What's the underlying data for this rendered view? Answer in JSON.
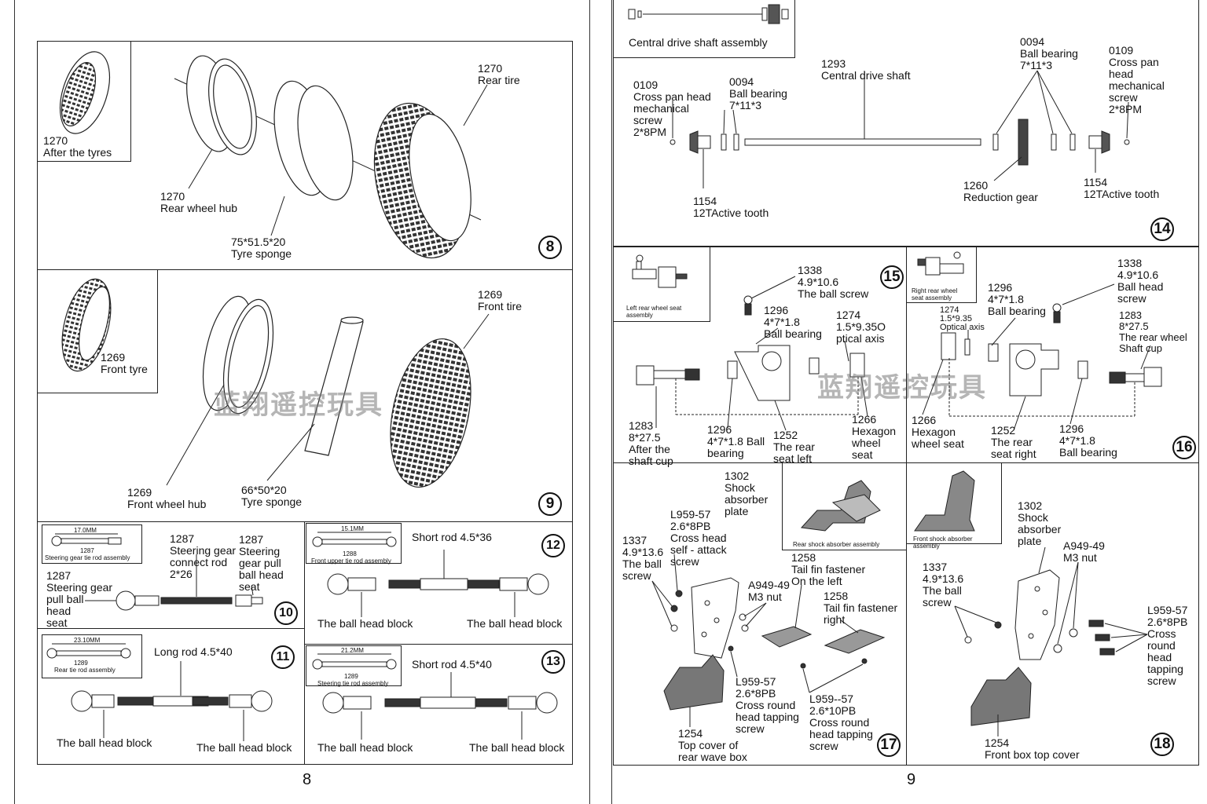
{
  "page_left": {
    "page_number": "8",
    "step8": {
      "num": "8",
      "inset_label": "1270\nAfter the tyres",
      "rear_tire": "1270\nRear tire",
      "rear_wheel_hub": "1270\nRear wheel hub",
      "sponge": "75*51.5*20\nTyre sponge"
    },
    "step9": {
      "num": "9",
      "inset_label": "1269\nFront tyre",
      "front_tire": "1269\nFront tire",
      "front_wheel_hub": "1269\nFront wheel hub",
      "sponge": "66*50*20\nTyre sponge",
      "watermark": "蓝翔遥控玩具"
    },
    "step10": {
      "num": "10",
      "inset_dim": "17.0MM",
      "inset_part": "1287",
      "inset_caption": "Steering gear tie rod assembly",
      "connect_rod": "1287\nSteering gear\nconnect rod\n2*26",
      "pull_seat": "1287\nSteering\ngear pull\nball head\nseat",
      "pull_ball": "1287\nSteering gear\npull ball\nhead\nseat"
    },
    "step11": {
      "num": "11",
      "inset_dim": "23.10MM",
      "inset_part": "1289",
      "inset_caption": "Rear tie rod assembly",
      "rod": "Long rod 4.5*40",
      "ball_left": "The ball head block",
      "ball_right": "The ball head block"
    },
    "step12": {
      "num": "12",
      "inset_dim": "15.1MM",
      "inset_part": "1288",
      "inset_caption": "Front upper tie rod assembly",
      "rod": "Short rod 4.5*36",
      "ball_left": "The ball head block",
      "ball_right": "The ball head block"
    },
    "step13": {
      "num": "13",
      "inset_dim": "21.2MM",
      "inset_part": "1289",
      "inset_caption": "Steering tie rod assembly",
      "rod": "Short rod 4.5*40",
      "ball_left": "The ball head block",
      "ball_right": "The ball head block"
    }
  },
  "page_right": {
    "page_number": "9",
    "step14": {
      "num": "14",
      "inset_caption": "Central drive shaft assembly",
      "screw_left": "0109\nCross pan head\nmechanical\nscrew\n2*8PM",
      "bearing_left": "0094\nBall bearing\n7*11*3",
      "shaft": "1293\nCentral drive shaft",
      "bearing_right": "0094\nBall bearing\n7*11*3",
      "screw_right": "0109\nCross pan\nhead\nmechanical\nscrew\n2*8PM",
      "tooth_left": "1154\n12TActive tooth",
      "reduction_gear": "1260\nReduction gear",
      "tooth_right": "1154\n12TActive tooth"
    },
    "step15": {
      "num": "15",
      "inset_caption": "Left rear wheel seat\nassembly",
      "ball_screw": "1338\n4.9*10.6\nThe ball screw",
      "bearing_top": "1296\n4*7*1.8\nBall bearing",
      "optical_axis": "1274\n1.5*9.35O\nptical axis",
      "shaft_cup": "1283\n8*27.5\nAfter the\nshaft cup",
      "bearing_bottom": "1296\n4*7*1.8 Ball\nbearing",
      "rear_seat": "1252\nThe rear\nseat left",
      "hex_seat": "1266\nHexagon\nwheel\nseat",
      "watermark": "蓝翔遥控玩具"
    },
    "step16": {
      "num": "16",
      "inset_caption": "Right rear wheel\nseat assembly",
      "bearing_top": "1296\n4*7*1.8\nBall bearing",
      "optical_axis": "1274\n1.5*9.35\nOptical axis",
      "ball_screw": "1338\n4.9*10.6\nBall head\nscrew",
      "shaft_cup": "1283\n8*27.5\nThe rear wheel\nShaft cup",
      "hex_seat": "1266\nHexagon\nwheel seat",
      "rear_seat": "1252\nThe rear\nseat right",
      "bearing_bottom": "1296\n4*7*1.8\nBall bearing"
    },
    "step17": {
      "num": "17",
      "inset_caption": "Rear shock absorber assembly",
      "plate": "1302\nShock\nabsorber\nplate",
      "self_tap": "L959-57\n2.6*8PB\nCross head\nself - attack\nscrew",
      "ball_screw": "1337\n4.9*13.6\nThe ball\nscrew",
      "fin_left": "1258\nTail fin fastener\nOn the left",
      "nut": "A949-49\nM3 nut",
      "fin_right": "1258\nTail fin fastener\nright",
      "tap_8": "L959-57\n2.6*8PB\nCross round\nhead tapping\nscrew",
      "tap_10": "L959--57\n2.6*10PB\nCross round\nhead tapping\nscrew",
      "top_cover": "1254\nTop cover of\nrear wave box"
    },
    "step18": {
      "num": "18",
      "inset_caption": "Front shock absorber\nassembly",
      "plate": "1302\nShock\nabsorber\nplate",
      "nut": "A949-49\nM3 nut",
      "ball_screw": "1337\n4.9*13.6\nThe ball\nscrew",
      "tap": "L959-57\n2.6*8PB\nCross\nround\nhead\ntapping\nscrew",
      "top_cover": "1254\nFront box top cover"
    }
  }
}
